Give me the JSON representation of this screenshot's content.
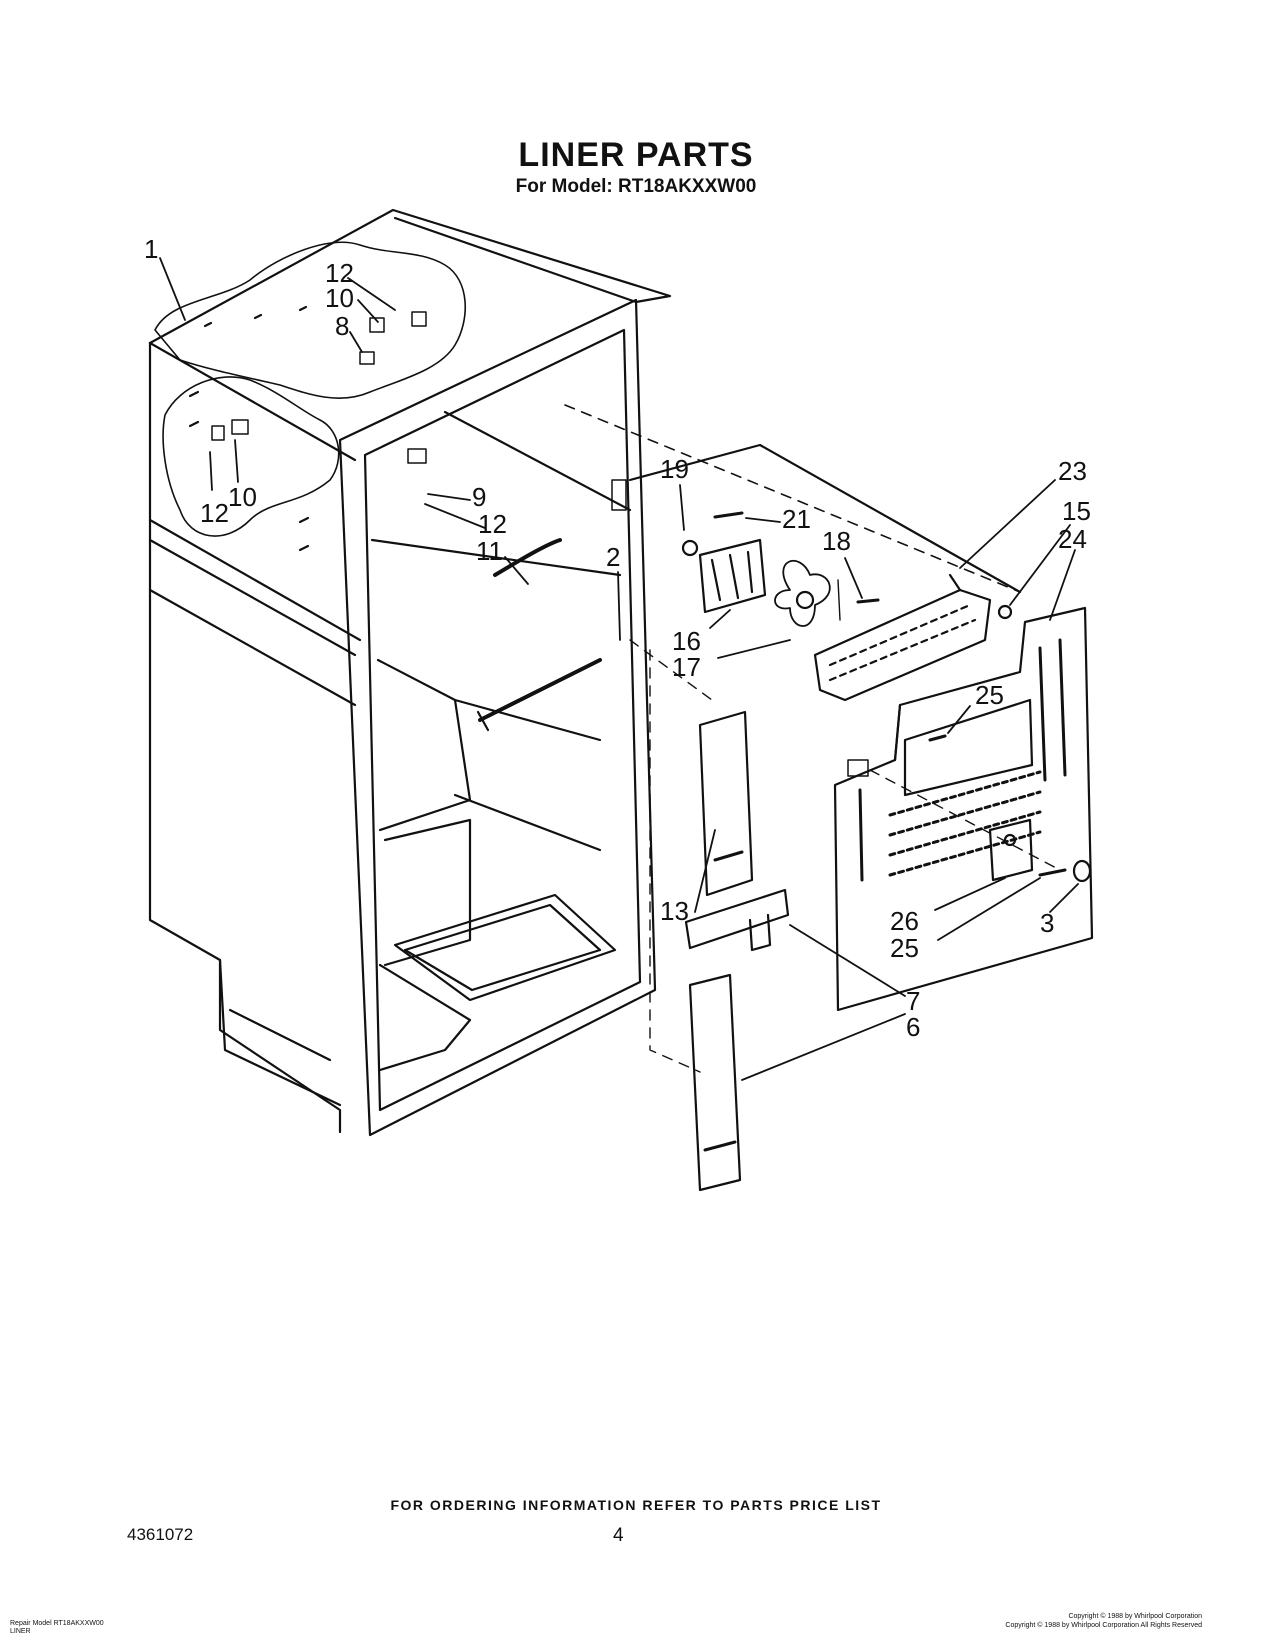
{
  "header": {
    "title": "LINER PARTS",
    "subtitle": "For Model: RT18AKXXW00"
  },
  "callouts": [
    {
      "id": "c1",
      "label": "1"
    },
    {
      "id": "c12a",
      "label": "12"
    },
    {
      "id": "c10a",
      "label": "10"
    },
    {
      "id": "c8",
      "label": "8"
    },
    {
      "id": "c12b",
      "label": "12"
    },
    {
      "id": "c10b",
      "label": "10"
    },
    {
      "id": "c9",
      "label": "9"
    },
    {
      "id": "c12c",
      "label": "12"
    },
    {
      "id": "c11",
      "label": "11"
    },
    {
      "id": "c2",
      "label": "2"
    },
    {
      "id": "c19",
      "label": "19"
    },
    {
      "id": "c21",
      "label": "21"
    },
    {
      "id": "c18",
      "label": "18"
    },
    {
      "id": "c16",
      "label": "16"
    },
    {
      "id": "c17",
      "label": "17"
    },
    {
      "id": "c23",
      "label": "23"
    },
    {
      "id": "c15",
      "label": "15"
    },
    {
      "id": "c24",
      "label": "24"
    },
    {
      "id": "c25a",
      "label": "25"
    },
    {
      "id": "c13",
      "label": "13"
    },
    {
      "id": "c26",
      "label": "26"
    },
    {
      "id": "c25b",
      "label": "25"
    },
    {
      "id": "c3",
      "label": "3"
    },
    {
      "id": "c7",
      "label": "7"
    },
    {
      "id": "c6",
      "label": "6"
    }
  ],
  "footer": {
    "ordering_note": "FOR ORDERING INFORMATION REFER TO PARTS PRICE LIST",
    "part_number": "4361072",
    "page_number": "4",
    "fine_left_line1": "Repair Model RT18AKXXW00",
    "fine_left_line2": "LINER",
    "copyright_line1": "Copyright © 1988 by Whirlpool Corporation",
    "copyright_line2": "Copyright © 1988 by Whirlpool Corporation All Rights Reserved"
  }
}
